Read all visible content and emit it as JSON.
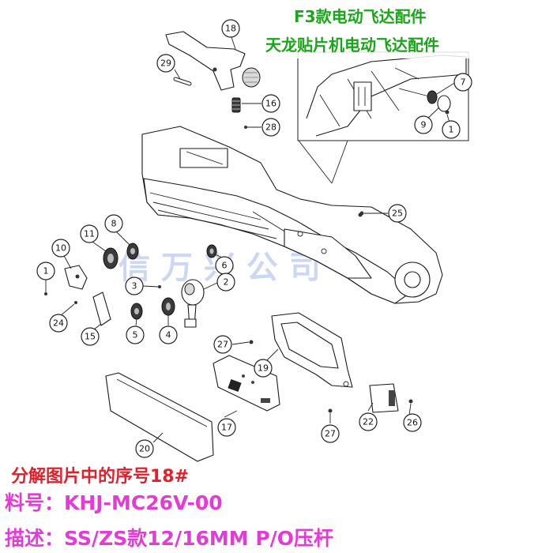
{
  "watermark": "信 万 兴 公 司",
  "top_title": {
    "line1": "F3款电动飞达配件",
    "line2": "天龙贴片机电动飞达配件"
  },
  "bottom": {
    "line1": "分解图片中的序号18#",
    "line2": "料号：KHJ-MC26V-00",
    "line3": "描述：SS/ZS款12/16MM P/O压杆"
  },
  "callouts": [
    {
      "id": "18",
      "label": "18"
    },
    {
      "id": "29",
      "label": "29"
    },
    {
      "id": "16",
      "label": "16"
    },
    {
      "id": "28",
      "label": "28"
    },
    {
      "id": "7",
      "label": "7"
    },
    {
      "id": "9",
      "label": "9"
    },
    {
      "id": "1a",
      "label": "1"
    },
    {
      "id": "25",
      "label": "25"
    },
    {
      "id": "8",
      "label": "8"
    },
    {
      "id": "11",
      "label": "11"
    },
    {
      "id": "10",
      "label": "10"
    },
    {
      "id": "6",
      "label": "6"
    },
    {
      "id": "1b",
      "label": "1"
    },
    {
      "id": "3",
      "label": "3"
    },
    {
      "id": "2",
      "label": "2"
    },
    {
      "id": "24",
      "label": "24"
    },
    {
      "id": "15",
      "label": "15"
    },
    {
      "id": "5",
      "label": "5"
    },
    {
      "id": "4",
      "label": "4"
    },
    {
      "id": "27a",
      "label": "27"
    },
    {
      "id": "19",
      "label": "19"
    },
    {
      "id": "17",
      "label": "17"
    },
    {
      "id": "22",
      "label": "22"
    },
    {
      "id": "26",
      "label": "26"
    },
    {
      "id": "27b",
      "label": "27"
    },
    {
      "id": "20",
      "label": "20"
    }
  ]
}
